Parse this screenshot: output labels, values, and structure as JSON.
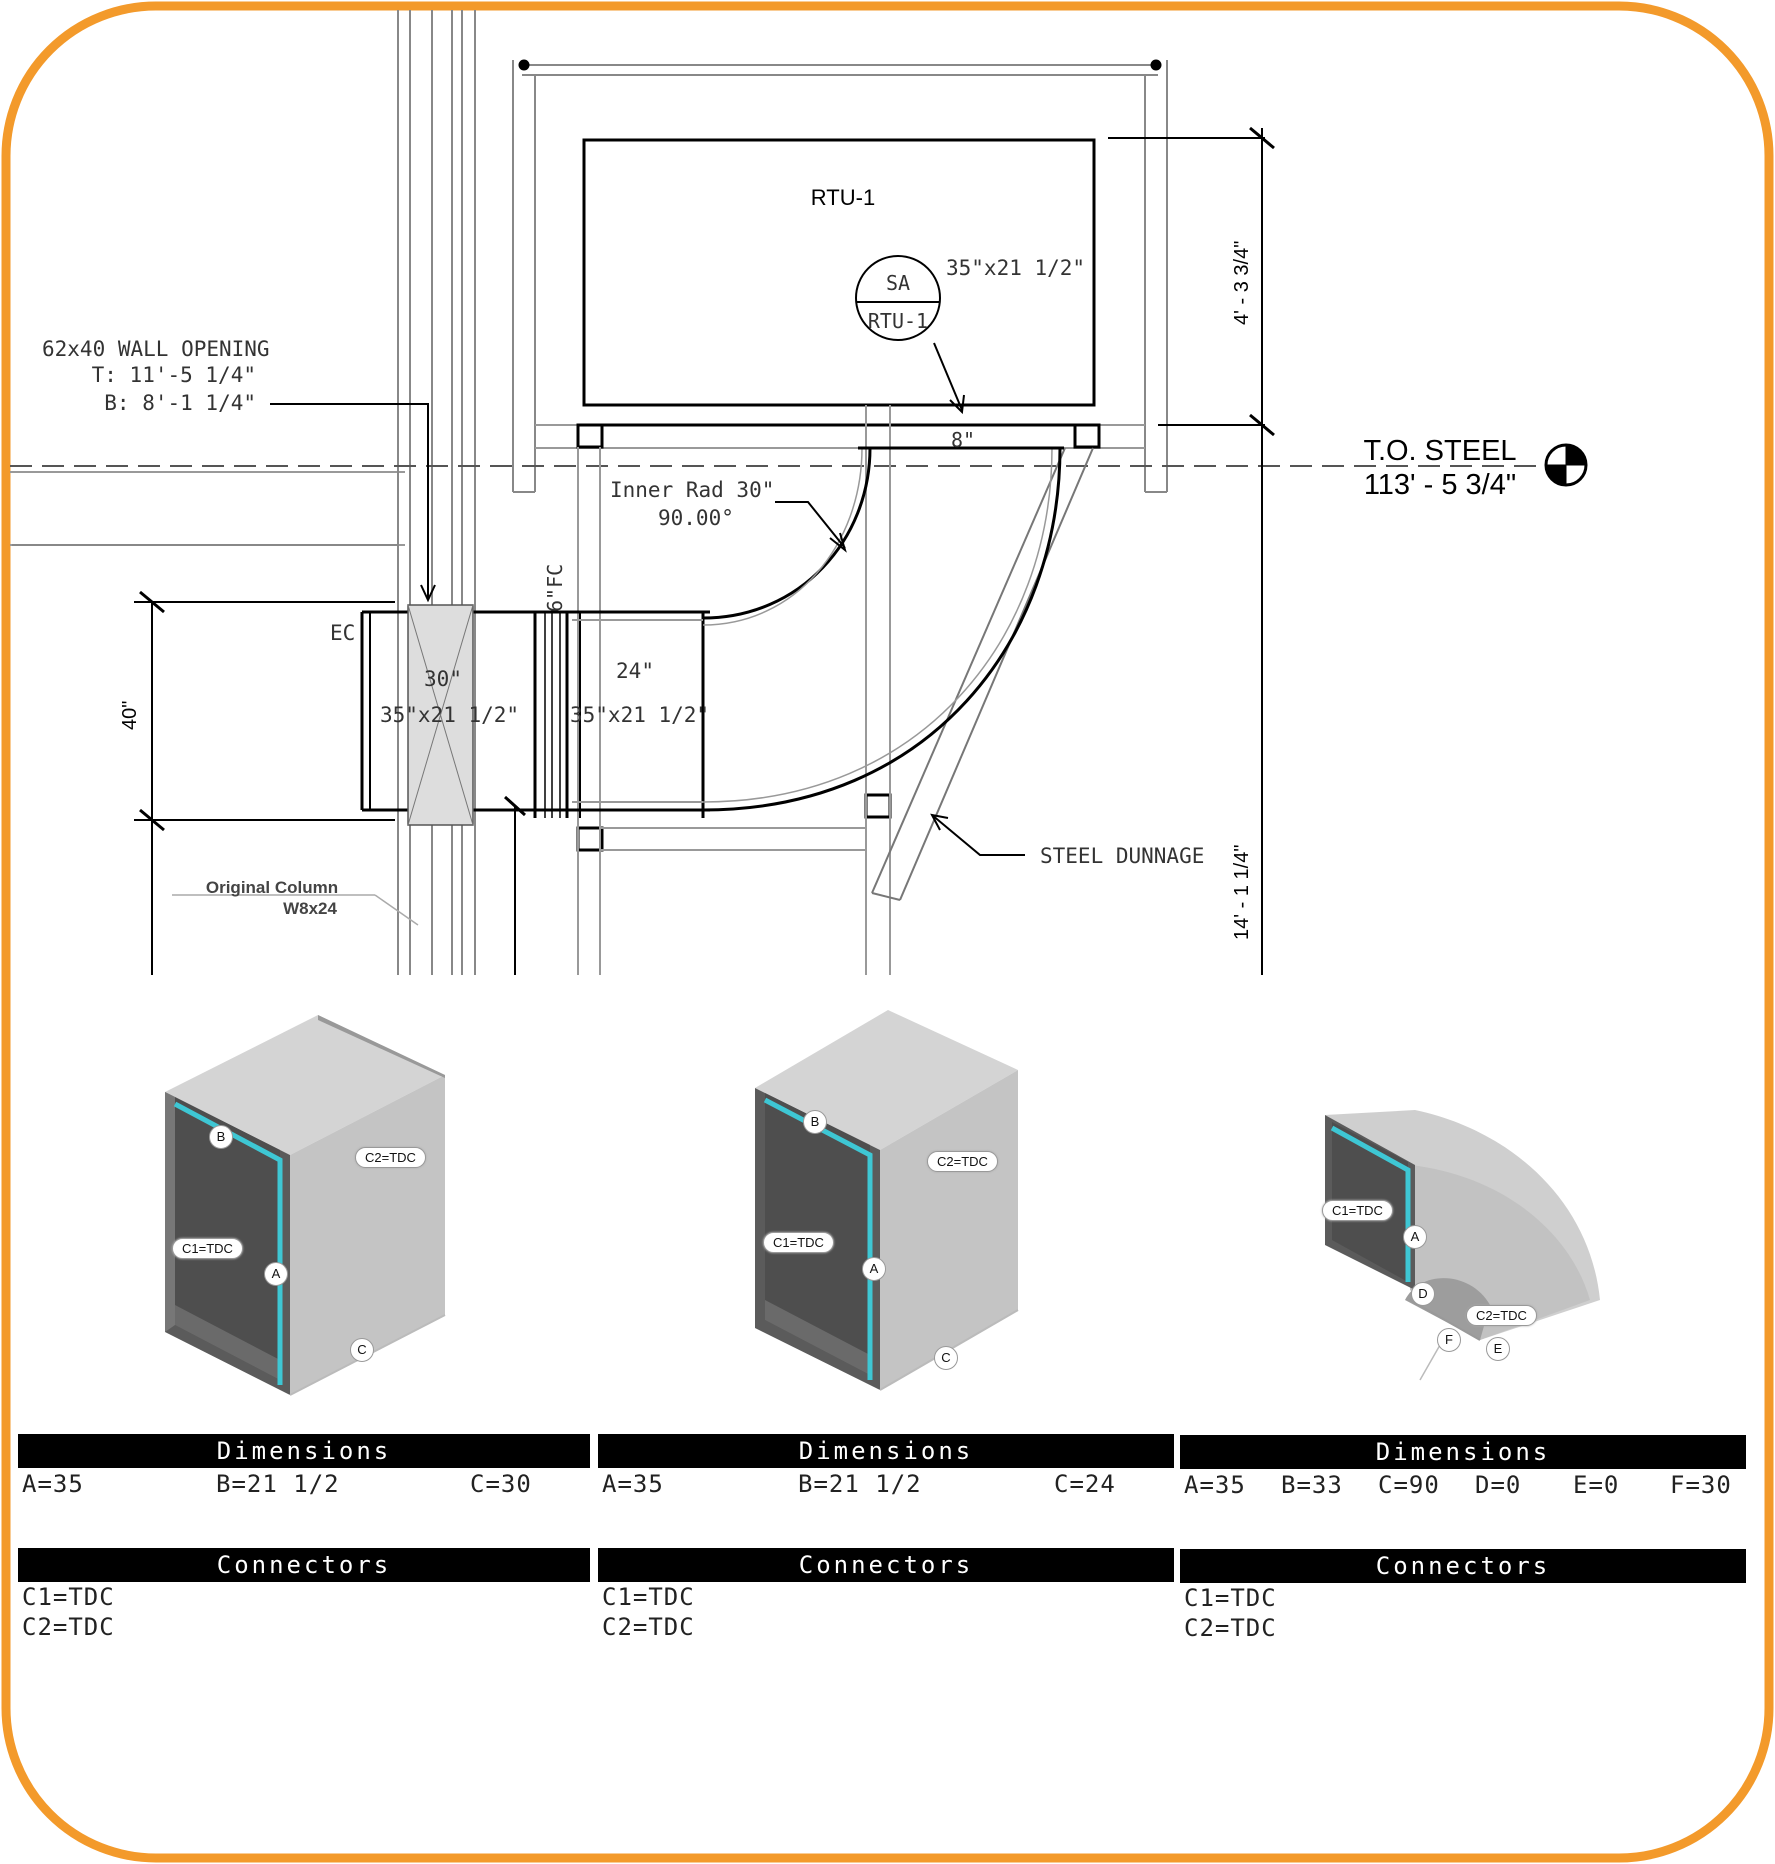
{
  "drawing": {
    "unit_label": "RTU-1",
    "sa_top": "SA",
    "sa_bottom": "RTU-1",
    "unit_size": "35\"x21 1/2\"",
    "wall_opening_title": "62x40 WALL OPENING",
    "wall_opening_top": "T: 11'-5 1/4\"",
    "wall_opening_bottom": "B: 8'-1 1/4\"",
    "inner_rad": "Inner Rad  30\"",
    "inner_angle": "90.00°",
    "dim_eight": "8\"",
    "ec_label": "EC",
    "fc_label": "6\"FC",
    "dim_thirty": "30\"",
    "duct_size_left": "35\"x21 1/2\"",
    "duct_size_right": "35\"x21 1/2\"",
    "dim_24": "24\"",
    "dim_40": "40\"",
    "steel_dunnage": "STEEL DUNNAGE",
    "column_title": "Original Column",
    "column_size": "W8x24",
    "to_steel": "T.O. STEEL",
    "to_steel_elev": "113' - 5 3/4\"",
    "dim_vert_top": "4' - 3 3/4\"",
    "dim_vert_bottom": "14' - 1 1/4\""
  },
  "views": [
    {
      "labels": {
        "a": "A",
        "b": "B",
        "c": "C",
        "c1": "C1=TDC",
        "c2": "C2=TDC"
      },
      "dims_header": "Dimensions",
      "dims": [
        "A=35",
        "B=21 1/2",
        "C=30"
      ],
      "conn_header": "Connectors",
      "connectors": [
        "C1=TDC",
        "C2=TDC"
      ]
    },
    {
      "labels": {
        "a": "A",
        "b": "B",
        "c": "C",
        "c1": "C1=TDC",
        "c2": "C2=TDC"
      },
      "dims_header": "Dimensions",
      "dims": [
        "A=35",
        "B=21 1/2",
        "C=24"
      ],
      "conn_header": "Connectors",
      "connectors": [
        "C1=TDC",
        "C2=TDC"
      ]
    },
    {
      "labels": {
        "a": "A",
        "c1": "C1=TDC",
        "c2": "C2=TDC",
        "d": "D",
        "e": "E",
        "f": "F"
      },
      "dims_header": "Dimensions",
      "dims": [
        "A=35",
        "B=33",
        "C=90",
        "D=0",
        "E=0",
        "F=30"
      ],
      "conn_header": "Connectors",
      "connectors": [
        "C1=TDC",
        "C2=TDC"
      ]
    }
  ],
  "colors": {
    "frame": "#f39a2b",
    "edge": "#3ec7d4",
    "dark_face": "#5b5b5b",
    "light_face": "#c9c9c9"
  }
}
